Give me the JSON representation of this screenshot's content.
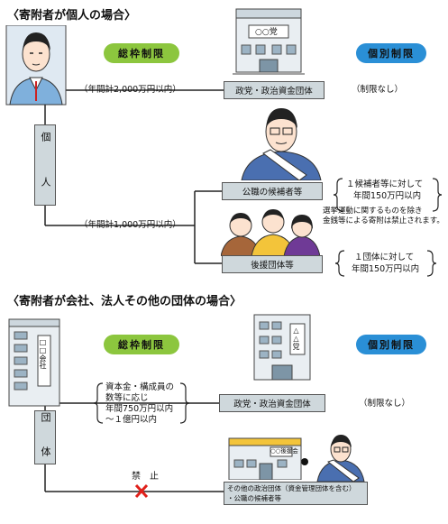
{
  "section1": {
    "title": "〈寄附者が個人の場合〉",
    "donor": "個　人",
    "total_limit_label": "総枠制限",
    "individual_limit_label": "個別制限",
    "limit_2000": "（年間計2,000万円以内）",
    "limit_1000": "（年間計1,000万円以内）",
    "party_box": "政党・政治資金団体",
    "party_limit": "（制限なし）",
    "candidate_box": "公職の候補者等",
    "candidate_limit_line1": "１候補者等に対して",
    "candidate_limit_line2": "年間150万円以内",
    "note_line1": "選挙運動に関するものを除き",
    "note_line2": "金銭等による寄附は禁止されます。",
    "support_box": "後援団体等",
    "support_limit_line1": "１団体に対して",
    "support_limit_line2": "年間150万円以内",
    "building_sign": "○○党"
  },
  "section2": {
    "title": "〈寄附者が会社、法人その他の団体の場合〉",
    "donor": "団　体",
    "total_limit_label": "総枠制限",
    "individual_limit_label": "個別制限",
    "limit_line1": "資本金・構成員の",
    "limit_line2": "数等に応じ",
    "limit_line3": "年間750万円以内",
    "limit_line4": "～１億円以内",
    "party_box": "政党・政治資金団体",
    "party_limit": "（制限なし）",
    "prohibited": "禁　止",
    "other_line1": "その他の政治団体（資金管理団体を含む）",
    "other_line2": "・公職の候補者等",
    "company_sign": "□□会社",
    "party_sign": "△△党",
    "other_sign": "○○後援会"
  }
}
